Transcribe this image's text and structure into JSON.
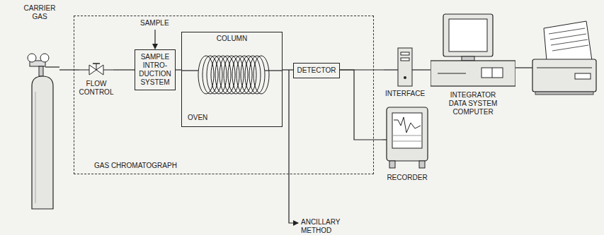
{
  "diagram": {
    "nodes": [
      {
        "text": [
          "CARRIER GAS"
        ]
      },
      {
        "text": [
          "GAS CHROMATOGRAPH"
        ]
      },
      {
        "text": [
          "FLOW CONTROL"
        ],
        "in": 1
      },
      {
        "text": [
          "SAMPLE INTRO- DUCTION SYSTEM"
        ],
        "in": 1
      },
      {
        "text": [
          "COLUMN",
          "OVEN"
        ],
        "in": 1
      },
      {
        "text": [
          "DETECTOR"
        ],
        "in": 1
      },
      {
        "text": [
          "INTERFACE"
        ]
      },
      {
        "text": [
          "INTEGRATOR DATA SYSTEM COMPUTER"
        ]
      },
      {
        "text": [
          "RECORDER"
        ]
      }
    ],
    "edges": [
      {
        "from": 0,
        "to": 2,
        "arrow": "none"
      },
      {
        "from": 2,
        "to": 3,
        "arrow": "none"
      },
      {
        "from": 3,
        "to": 4,
        "arrow": "none"
      },
      {
        "from": 4,
        "to": 5,
        "arrow": "none"
      },
      {
        "from": 5,
        "to": 6,
        "arrow": "none"
      },
      {
        "from": 6,
        "to": 7,
        "arrow": "none"
      },
      {
        "from": 5,
        "to": 8,
        "arrow": "none"
      }
    ],
    "labels": [
      "SAMPLE",
      "ANCILLARY METHOD"
    ]
  }
}
